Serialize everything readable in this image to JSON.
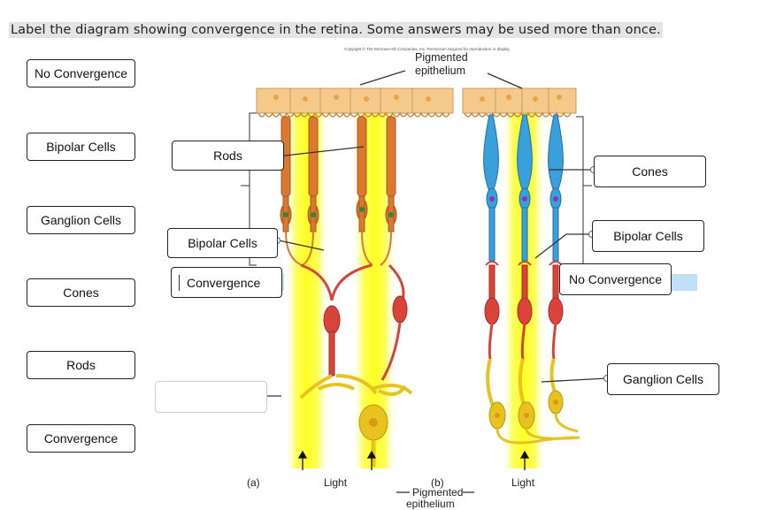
{
  "instruction": "Label the diagram showing convergence in the retina. Some answers may be used more than once.",
  "copyright": "Copyright © The McGraw-Hill Companies, Inc. Permission required for reproduction or display.",
  "word_bank": [
    "No Convergence",
    "Bipolar Cells",
    "Ganglion Cells",
    "Cones",
    "Rods",
    "Convergence"
  ],
  "placed_labels": {
    "rods": "Rods",
    "bipolar_left": "Bipolar Cells",
    "convergence": "Convergence",
    "cones": "Cones",
    "bipolar_right": "Bipolar Cells",
    "no_convergence": "No Convergence",
    "ganglion": "Ganglion Cells"
  },
  "figure": {
    "pigmented_top": [
      "Pigmented",
      "epithelium"
    ],
    "pigmented_bottom": [
      "Pigmented",
      "epithelium"
    ],
    "panel_a": "(a)",
    "panel_b": "(b)",
    "light_a": "Light",
    "light_b": "Light"
  },
  "colors": {
    "light_beam": "#ffff33",
    "epithelium": "#f4c98a",
    "rod": "#d9782e",
    "cone": "#3aa0dc",
    "bipolar": "#d9443a",
    "ganglion": "#e8c21f",
    "selection": "#bfe0f7"
  }
}
